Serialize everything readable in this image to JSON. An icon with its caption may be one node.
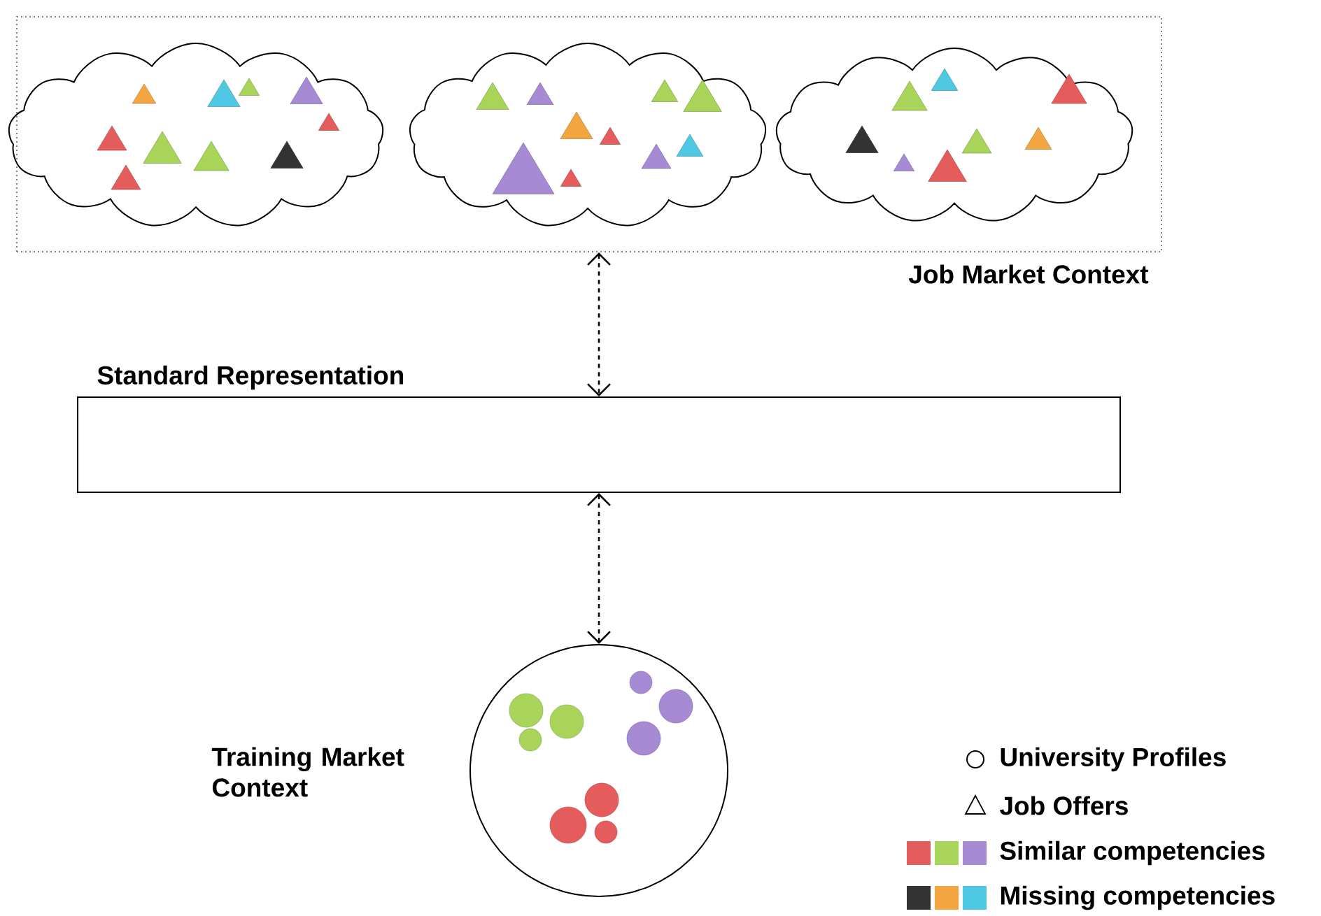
{
  "diagram": {
    "nodes": [
      {
        "text": [
          "Job Market Context"
        ]
      },
      {
        "text": [],
        "shape": "cloud",
        "in": 0
      },
      {
        "text": [],
        "shape": "cloud",
        "in": 0
      },
      {
        "text": [],
        "shape": "cloud",
        "in": 0
      },
      {
        "text": [
          "Standard Representation"
        ]
      },
      {
        "text": [
          "Training Market Context"
        ]
      }
    ],
    "edges": [
      {
        "from": 0,
        "to": 4,
        "arrow": "both",
        "style": "dashed"
      },
      {
        "from": 4,
        "to": 5,
        "arrow": "both",
        "style": "dashed"
      }
    ],
    "legend": [
      {
        "text": "University Profiles"
      },
      {
        "text": "Job Offers"
      },
      {
        "text": "Similar competencies"
      },
      {
        "text": "Missing competencies"
      }
    ]
  }
}
